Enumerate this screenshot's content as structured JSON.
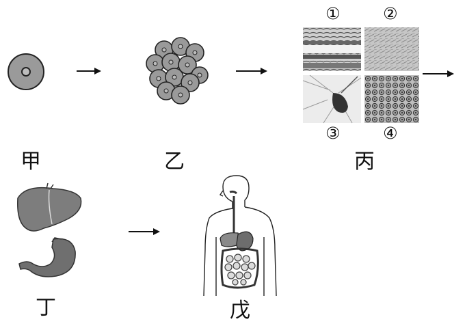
{
  "stages": {
    "jia": "甲",
    "yi": "乙",
    "bing": "丙",
    "ding": "丁",
    "wu": "戊"
  },
  "tissue_numbers": [
    "①",
    "②",
    "③",
    "④"
  ],
  "colors": {
    "cell_fill": "#9a9a9a",
    "cell_stroke": "#222222",
    "ink": "#111111"
  }
}
